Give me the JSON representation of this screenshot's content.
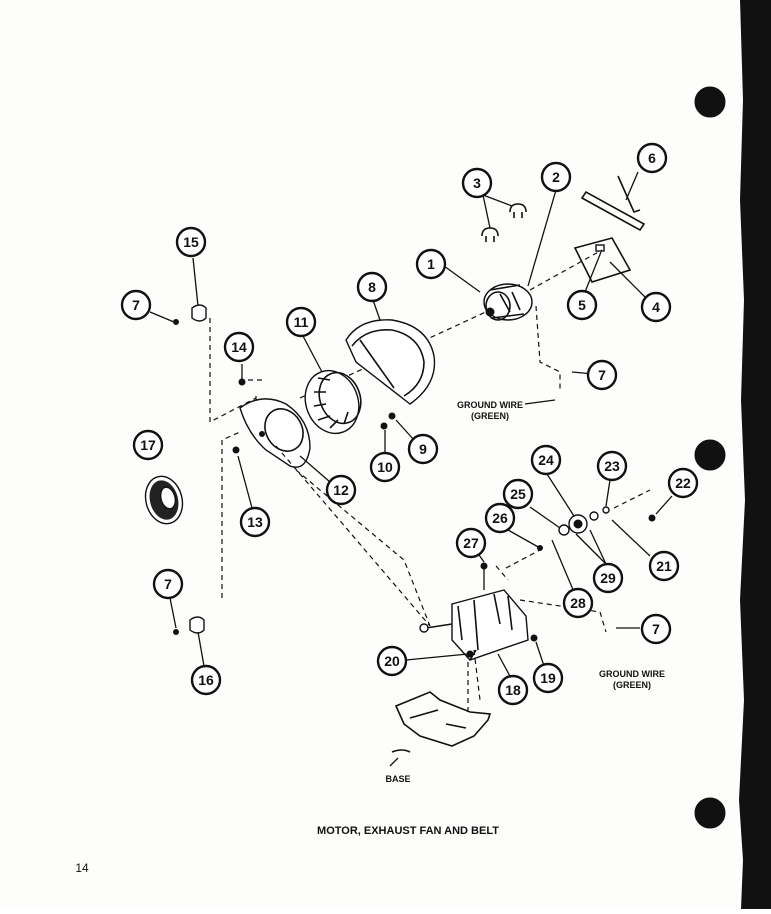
{
  "diagram": {
    "title": "MOTOR, EXHAUST FAN AND BELT",
    "page_number": "14",
    "labels": {
      "ground_wire_upper": "GROUND WIRE",
      "ground_wire_upper_color": "(GREEN)",
      "ground_wire_lower": "GROUND WIRE",
      "ground_wire_lower_color": "(GREEN)",
      "base": "BASE"
    },
    "callouts": [
      "1",
      "2",
      "3",
      "4",
      "5",
      "6",
      "7",
      "8",
      "9",
      "10",
      "11",
      "12",
      "13",
      "14",
      "15",
      "16",
      "17",
      "18",
      "19",
      "20",
      "21",
      "22",
      "23",
      "24",
      "25",
      "26",
      "27",
      "28",
      "29"
    ]
  }
}
